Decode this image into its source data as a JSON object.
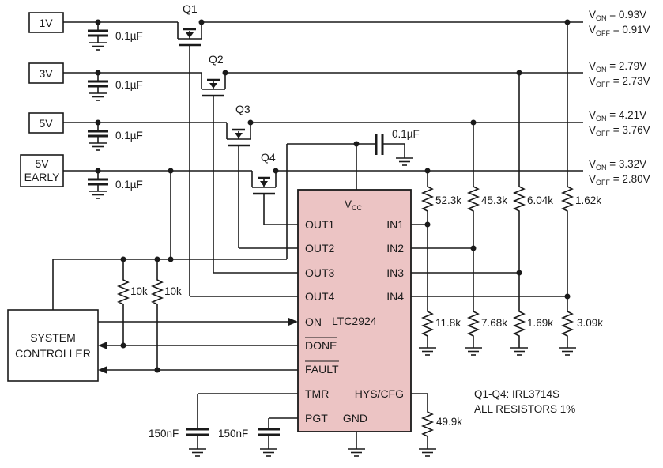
{
  "inputs": [
    {
      "label": "1V"
    },
    {
      "label": "3V"
    },
    {
      "label": "5V"
    },
    {
      "label_line1": "5V",
      "label_line2": "EARLY"
    }
  ],
  "rail_caps": [
    "0.1µF",
    "0.1µF",
    "0.1µF",
    "0.1µF"
  ],
  "transistors": [
    "Q1",
    "Q2",
    "Q3",
    "Q4"
  ],
  "vcc_cap": "0.1µF",
  "thresholds": [
    {
      "on_pre": "V",
      "on_sub": "ON",
      "on_val": " = 0.93V",
      "off_pre": "V",
      "off_sub": "OFF",
      "off_val": " = 0.91V"
    },
    {
      "on_pre": "V",
      "on_sub": "ON",
      "on_val": " = 2.79V",
      "off_pre": "V",
      "off_sub": "OFF",
      "off_val": " = 2.73V"
    },
    {
      "on_pre": "V",
      "on_sub": "ON",
      "on_val": " = 4.21V",
      "off_pre": "V",
      "off_sub": "OFF",
      "off_val": " = 3.76V"
    },
    {
      "on_pre": "V",
      "on_sub": "ON",
      "on_val": " = 3.32V",
      "off_pre": "V",
      "off_sub": "OFF",
      "off_val": " = 2.80V"
    }
  ],
  "ic": {
    "vcc_pre": "V",
    "vcc_sub": "CC",
    "name": "LTC2924",
    "pins_left": [
      "OUT1",
      "OUT2",
      "OUT3",
      "OUT4",
      "ON",
      "DONE",
      "FAULT",
      "TMR",
      "PGT"
    ],
    "pins_right": [
      "IN1",
      "IN2",
      "IN3",
      "IN4",
      "HYS/CFG",
      "GND"
    ]
  },
  "upper_resistors": [
    "52.3k",
    "45.3k",
    "6.04k",
    "1.62k"
  ],
  "lower_resistors": [
    "11.8k",
    "7.68k",
    "1.69k",
    "3.09k"
  ],
  "pullup_resistors": [
    "10k",
    "10k"
  ],
  "hys_resistor": "49.9k",
  "timer_caps": [
    "150nF",
    "150nF"
  ],
  "controller": {
    "line1": "SYSTEM",
    "line2": "CONTROLLER"
  },
  "notes": [
    "Q1-Q4: IRL3714S",
    "ALL RESISTORS 1%"
  ],
  "colors": {
    "ic_fill": "#ecc4c4",
    "line": "#1a1a1a"
  }
}
